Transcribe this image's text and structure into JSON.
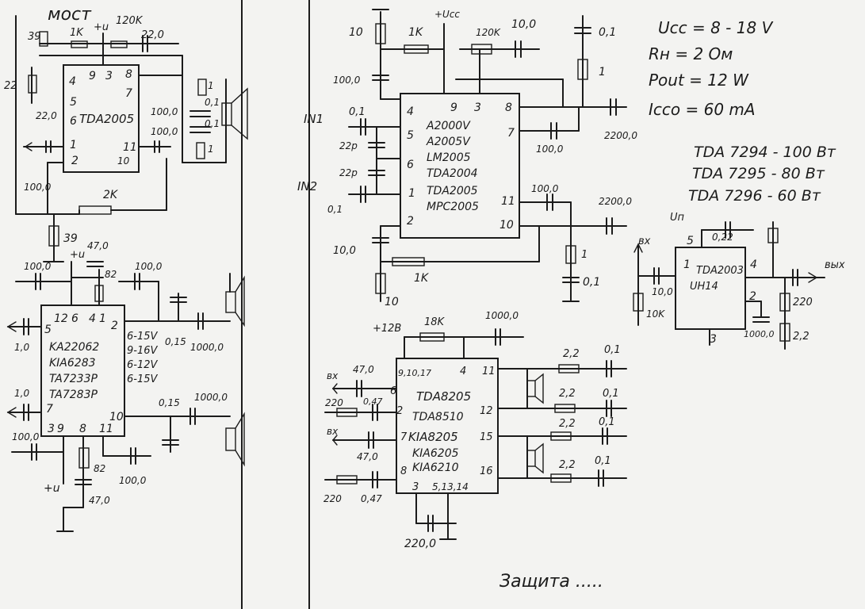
{
  "panel_tl": {
    "header": "мост",
    "labels": [
      "39",
      "1K",
      "+u",
      "120K",
      "22,0",
      "22",
      "4",
      "9",
      "3",
      "8",
      "5",
      "7",
      "6",
      "100,0",
      "22,0",
      "TDA2005",
      "1",
      "11",
      "2",
      "10",
      "100,0",
      "0,1",
      "0,1",
      "1",
      "1",
      "100,0",
      "2K",
      "39"
    ]
  },
  "panel_tc": {
    "labels": [
      "10",
      "1K",
      "+Ucc",
      "120K",
      "10,0",
      "0,1",
      "1",
      "100,0",
      "4",
      "9",
      "3",
      "8",
      "0,1",
      "5",
      "7",
      "22p",
      "6",
      "22p",
      "1",
      "2",
      "11",
      "10",
      "2200,0",
      "100,0",
      "100,0",
      "2200,0",
      "10,0",
      "1K",
      "10",
      "1",
      "0,1",
      "IN1",
      "IN2",
      "0,1"
    ],
    "chips": [
      "A2000V",
      "A2005V",
      "LM2005",
      "TDA2004",
      "TDA2005",
      "MPC2005"
    ]
  },
  "specs": [
    "Ucc = 8 - 18 V",
    "Rн = 2 Ом",
    "Pout = 12 W",
    "Icco = 60 mA"
  ],
  "tda_list": [
    "TDA 7294 - 100 Вт",
    "TDA 7295 - 80 Вт",
    "TDA 7296 - 60 Вт"
  ],
  "panel_r": {
    "labels": [
      "Uп",
      "5",
      "0,22",
      "1",
      "TDA2003",
      "UH14",
      "4",
      "вх",
      "10,0",
      "10K",
      "2",
      "1000,0",
      "220",
      "2,2",
      "3",
      "вых"
    ]
  },
  "panel_ml": {
    "labels": [
      "100,0",
      "+u",
      "47,0",
      "100,0",
      "82",
      "12",
      "6",
      "4",
      "1",
      "5",
      "2",
      "1,0",
      "6-15V",
      "9-16V",
      "6-12V",
      "6-15V",
      "0,15",
      "1000,0",
      "7",
      "1,0",
      "10",
      "0,15",
      "1000,0",
      "3",
      "9",
      "8",
      "11",
      "100,0",
      "82",
      "+u",
      "47,0",
      "100,0"
    ],
    "chips": [
      "KA22062",
      "KIA6283",
      "TA7233P",
      "TA7283P"
    ]
  },
  "panel_bc": {
    "labels": [
      "+12B",
      "18K",
      "1000,0",
      "9,10,17",
      "4",
      "11",
      "47,0",
      "2,2",
      "0,1",
      "вх",
      "6",
      "2,2",
      "0,1",
      "220",
      "0,47",
      "2",
      "12",
      "вх",
      "47,0",
      "7",
      "15",
      "2,2",
      "0,1",
      "220",
      "0,47",
      "8",
      "16",
      "2,2",
      "0,1",
      "3",
      "5,13,14",
      "220,0"
    ],
    "chips": [
      "TDA8205",
      "TDA8510",
      "KIA8205",
      "KIA6205",
      "KIA6210"
    ]
  }
}
